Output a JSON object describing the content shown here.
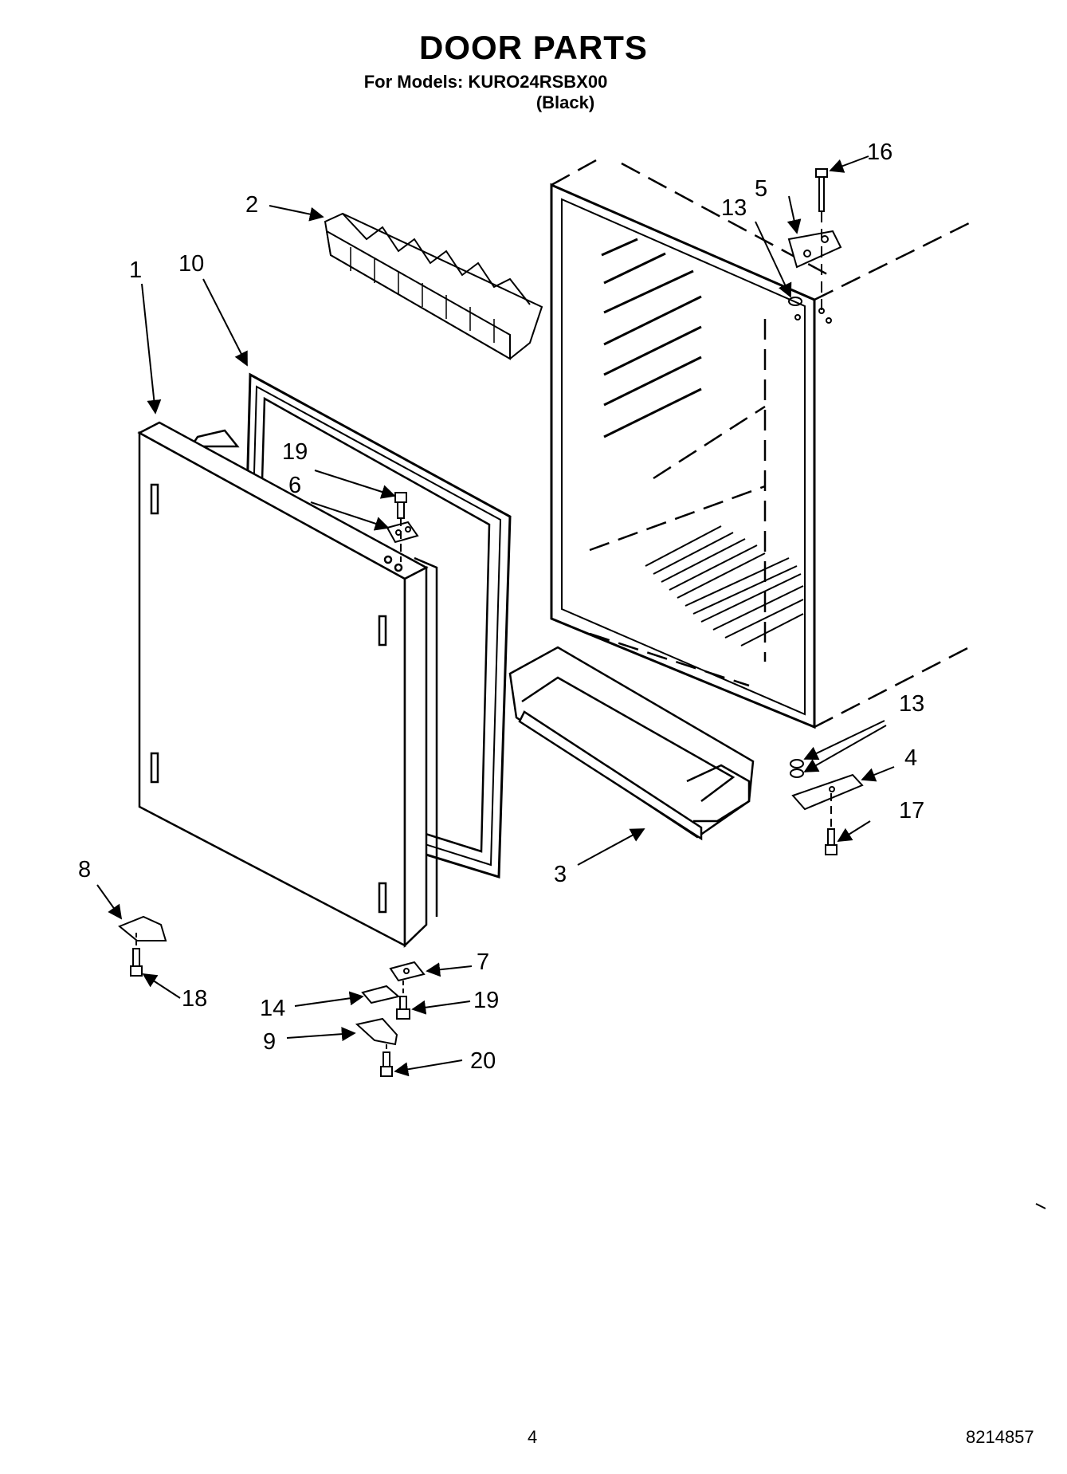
{
  "header": {
    "title": "DOOR PARTS",
    "models_line": "For Models: KURO24RSBX00",
    "variant": "(Black)"
  },
  "callouts": [
    "1",
    "2",
    "3",
    "4",
    "5",
    "6",
    "7",
    "8",
    "9",
    "10",
    "13",
    "13",
    "14",
    "16",
    "17",
    "18",
    "19",
    "19",
    "20"
  ],
  "footer": {
    "page_number": "4",
    "document_number": "8214857"
  }
}
